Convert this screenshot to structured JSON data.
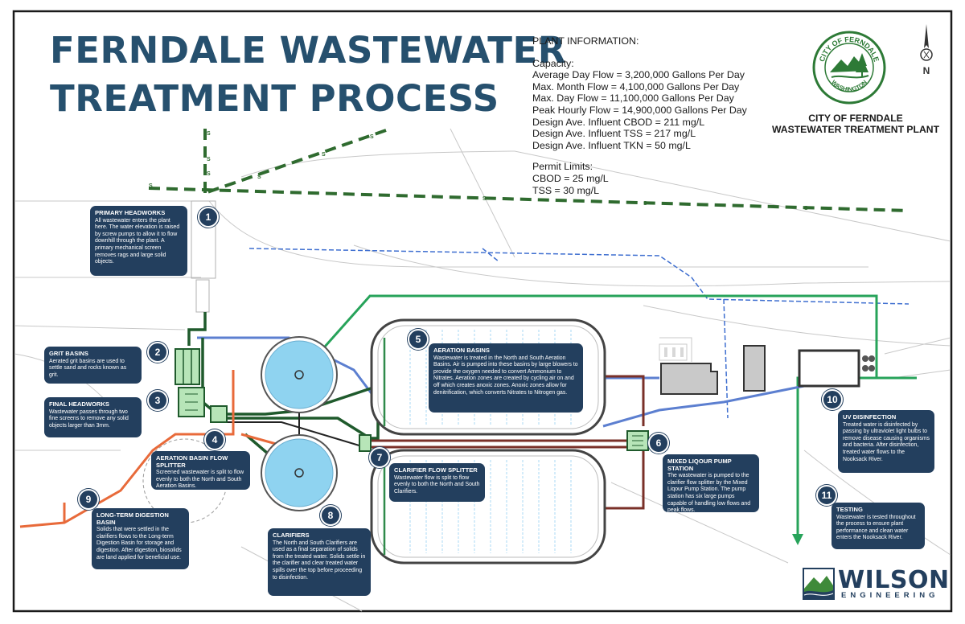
{
  "title": {
    "line1": "FERNDALE WASTEWATER",
    "line2": "TREATMENT PROCESS"
  },
  "plant_info": {
    "heading": "PLANT INFORMATION:",
    "capacity_heading": "Capacity:",
    "capacity": [
      "Average Day Flow = 3,200,000 Gallons Per Day",
      "Max. Month Flow = 4,100,000 Gallons Per Day",
      "Max. Day Flow = 11,100,000 Gallons Per Day",
      "Peak Hourly Flow = 14,900,000 Gallons Per Day",
      "Design Ave. Influent CBOD = 211 mg/L",
      "Design Ave. Influent TSS = 217 mg/L",
      "Design Ave. Influent TKN = 50 mg/L"
    ],
    "permit_heading": "Permit Limits:",
    "permit": [
      "CBOD = 25 mg/L",
      "TSS = 30 mg/L"
    ]
  },
  "city": {
    "seal_top": "CITY OF FERNDALE",
    "seal_bottom": "WASHINGTON",
    "caption_line1": "CITY OF FERNDALE",
    "caption_line2": "WASTEWATER TREATMENT PLANT"
  },
  "north_label": "N",
  "sewer_label": "S",
  "steps": [
    {
      "num": "1",
      "title": "PRIMARY HEADWORKS",
      "text": "All wastewater enters the plant here. The water elevation is raised by screw pumps to allow it to flow downhill through the plant. A primary mechanical screen removes rags and large solid objects."
    },
    {
      "num": "2",
      "title": "GRIT BASINS",
      "text": "Aerated grit basins are used to settle sand and rocks known as grit."
    },
    {
      "num": "3",
      "title": "FINAL HEADWORKS",
      "text": "Wastewater passes through two fine screens to remove any solid objects larger than 3mm."
    },
    {
      "num": "4",
      "title": "AERATION BASIN FLOW SPLITTER",
      "text": "Screened wastewater is split to flow evenly to both the North and South Aeration Basins."
    },
    {
      "num": "5",
      "title": "AERATION BASINS",
      "text": "Wastewater is treated in the North and South Aeration Basins. Air is pumped into these basins by large blowers to provide the oxygen needed to convert Ammonium to Nitrates. Aeration zones are created by cycling air on and off which creates anoxic zones. Anoxic zones allow for denitrification, which converts Nitrates to Nitrogen gas."
    },
    {
      "num": "6",
      "title": "MIXED LIQOUR PUMP STATION",
      "text": "The wastewater is pumped to the clarifier flow splitter by the Mixed Liqour Pump Station. The pump station has six large pumps capable of handling low flows and peak flows."
    },
    {
      "num": "7",
      "title": "CLARIFIER FLOW SPLITTER",
      "text": "Wastewater flow is split to flow evenly to both the North and South Clarifiers."
    },
    {
      "num": "8",
      "title": "CLARIFIERS",
      "text": "The North and South Clarifiers are used as a final separation of solids from the treated water. Solids settle in the clarifier and clear treated water spills over the top before proceeding to disinfection."
    },
    {
      "num": "9",
      "title": "LONG-TERM DIGESTION BASIN",
      "text": "Solids that were settled in the clarifiers flows to the Long-term Digestion Basin for storage and digestion. After digestion, biosolids are land applied for beneficial use."
    },
    {
      "num": "10",
      "title": "UV DISINFECTION",
      "text": "Treated water is disinfected by passing by ultraviolet light bulbs to remove disease causing organisms and bacteria. After disinfection, treated water flows to the Nooksack River."
    },
    {
      "num": "11",
      "title": "TESTING",
      "text": "Wastewater is tested throughout the process to ensure plant performance and clean water enters the Nooksack River."
    }
  ],
  "logo": {
    "name": "WILSON",
    "sub": "ENGINEERING"
  },
  "colors": {
    "box_navy": "#233f5e",
    "title_blue": "#26506e",
    "sewer_green": "#2f6b2f",
    "effluent_green": "#27a35a",
    "dark_green_pipe": "#1f5a2c",
    "blue_pipe": "#5c7fd0",
    "water_blue": "#8fd3f0",
    "sludge_orange": "#e86a3a",
    "brown_pipe": "#7a3028"
  }
}
